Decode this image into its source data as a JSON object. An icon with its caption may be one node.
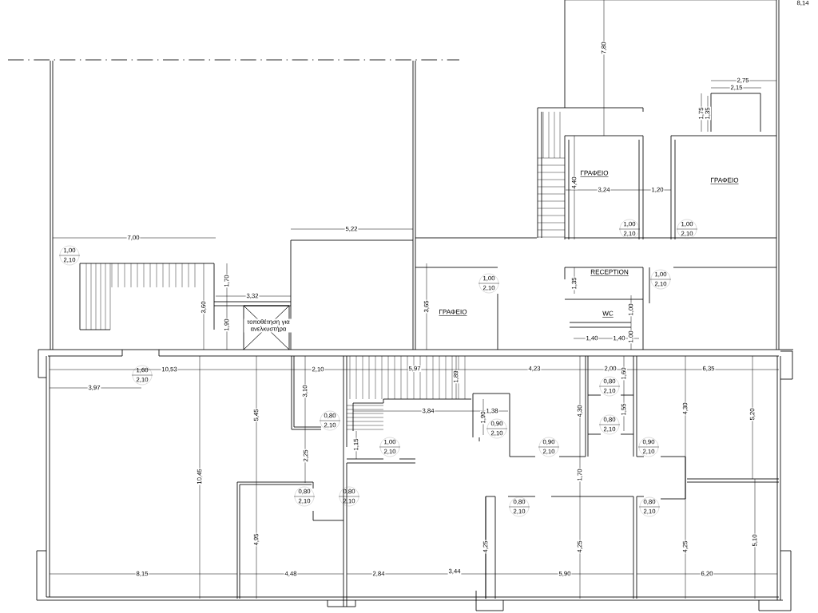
{
  "diagram": {
    "labels": [
      "8,14",
      "7,80",
      "2,75",
      "2,15",
      "1,75",
      "1,35",
      "ΓΡΑΦΕΙΟ",
      "ΓΡΑΦΕΙΟ",
      "4,40",
      "3,24",
      "1,20",
      "5,22",
      "1,00",
      "2,10",
      "1,00",
      "2,10",
      "7,00",
      "1,00",
      "2,10",
      "RECEPTION",
      "1,00",
      "2,10",
      "1,00",
      "2,10",
      "1,70",
      "1,35",
      "3,32",
      "3,60",
      "3,65",
      "1,00",
      "ΓΡΑΦΕΙΟ",
      "WC",
      "1,90",
      "τοποθέτηση για ανελκυστήρα",
      "1,00",
      "1,40",
      "1,40",
      "10,53",
      "2,10",
      "5,97",
      "4,23",
      "2,00",
      "6,35",
      "1,89",
      "1,60",
      "1,60",
      "2,10",
      "0,80",
      "2,10",
      "3,97",
      "3,10",
      "5,45",
      "3,84",
      "1,38",
      "1,90",
      "4,30",
      "1,55",
      "4,30",
      "5,20",
      "0,80",
      "2,10",
      "0,90",
      "2,10",
      "0,80",
      "2,10",
      "1,15",
      "1,00",
      "2,10",
      "0,90",
      "2,10",
      "0,90",
      "2,10",
      "2,25",
      "10,45",
      "1,70",
      "0,80",
      "2,10",
      "0,80",
      "2,10",
      "0,80",
      "2,10",
      "0,80",
      "2,10",
      "4,95",
      "5,10",
      "4,25",
      "4,25",
      "4,25",
      "3,44",
      "8,15",
      "4,48",
      "2,84",
      "5,90",
      "6,20"
    ]
  }
}
